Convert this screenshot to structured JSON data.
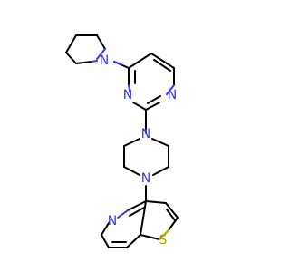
{
  "molecule": {
    "atoms": [
      {
        "id": "n_pyrrolidine",
        "label": "N",
        "element": "N"
      },
      {
        "id": "n_pyrimidine_1",
        "label": "N",
        "element": "N"
      },
      {
        "id": "n_pyrimidine_3",
        "label": "N",
        "element": "N"
      },
      {
        "id": "n_piperazine_1",
        "label": "N",
        "element": "N"
      },
      {
        "id": "n_piperazine_4",
        "label": "N",
        "element": "N"
      },
      {
        "id": "n_pyridine",
        "label": "N",
        "element": "N"
      },
      {
        "id": "s_thiophene",
        "label": "S",
        "element": "S"
      }
    ],
    "colors": {
      "bond": "#000000",
      "nitrogen": "#3333ff",
      "sulfur": "#b2a000"
    }
  }
}
